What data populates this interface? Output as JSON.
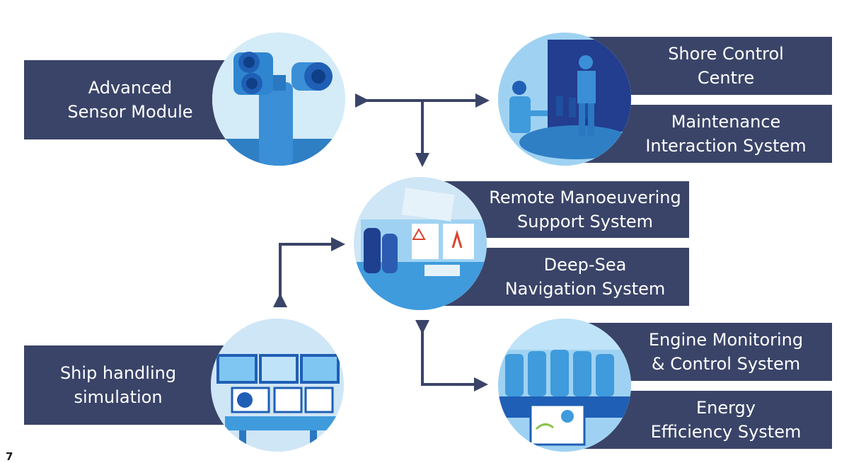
{
  "boxes": {
    "sensor": "Advanced\nSensor Module",
    "shore": "Shore Control\nCentre",
    "maintenance": "Maintenance\nInteraction System",
    "remote": "Remote Manoeuvering\nSupport System",
    "deepsea": "Deep-Sea\nNavigation System",
    "shiphandling": "Ship handling\nsimulation",
    "engine": "Engine Monitoring\n& Control System",
    "energy": "Energy\nEfficiency System"
  },
  "page_number": "7",
  "colors": {
    "box": "#3a4468",
    "arrow": "#3a4468",
    "light_blue": "#cfe6f6",
    "mid_blue": "#3f9bdc",
    "deep_blue": "#1f5fb5"
  },
  "icons": [
    "sensor-camera-icon",
    "shore-control-icon",
    "bridge-cockpit-icon",
    "simulator-icon",
    "engine-room-icon"
  ]
}
